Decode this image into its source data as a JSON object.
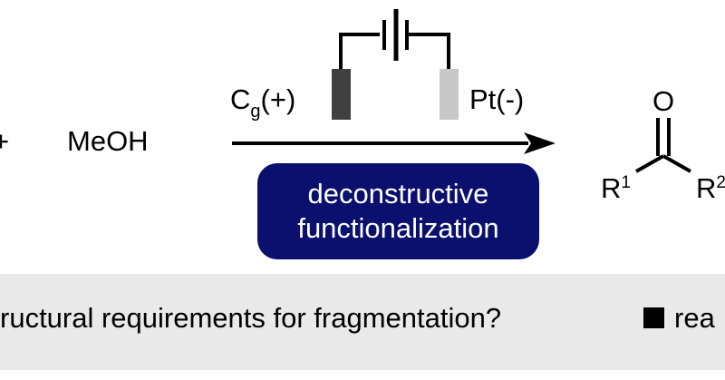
{
  "reagents": {
    "plus_sign": "+",
    "methanol": "MeOH"
  },
  "electrodes": {
    "anode_main": "C",
    "anode_subscript": "g",
    "anode_charge": "(+)",
    "cathode": "Pt(-)"
  },
  "reaction_box": {
    "line1": "deconstructive",
    "line2": "functionalization"
  },
  "product": {
    "oxygen": "O",
    "r_left": "R",
    "r_left_index": "1",
    "r_right": "R",
    "r_right_index": "2"
  },
  "footer": {
    "question": "ructural requirements for fragmentation?",
    "next_item": "rea"
  },
  "colors": {
    "pill_fill": "#0b0f6e",
    "footer_band": "#e9e9e9",
    "anode_electrode": "#404040",
    "cathode_electrode": "#c8c8c8",
    "text": "#000000",
    "pill_text": "#ffffff"
  },
  "icons": {
    "battery": "battery-symbol-icon",
    "reaction_arrow": "reaction-arrow-icon",
    "footer_bullet": "square-bullet-icon"
  }
}
